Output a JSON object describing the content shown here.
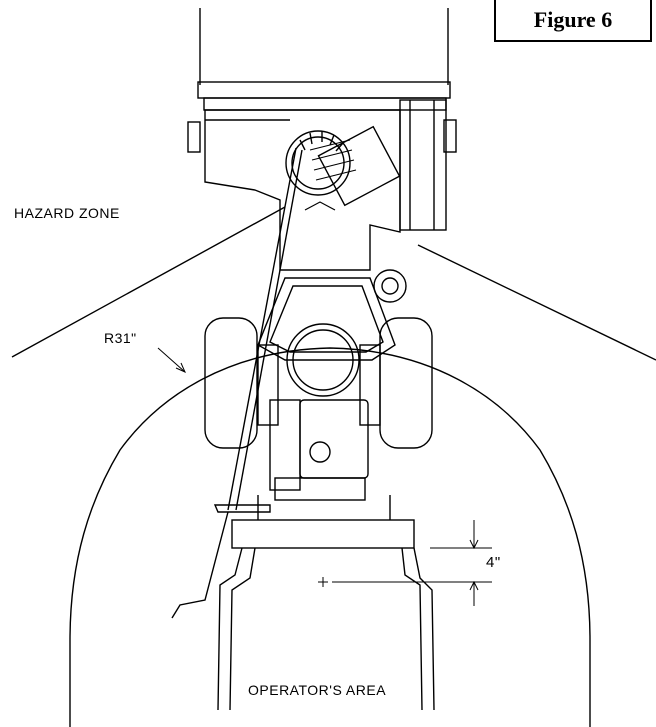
{
  "figure_label": "Figure 6",
  "labels": {
    "hazard_zone": "HAZARD ZONE",
    "radius": "R31\"",
    "dimension": "4\"",
    "operator_area": "OPERATOR'S AREA"
  }
}
